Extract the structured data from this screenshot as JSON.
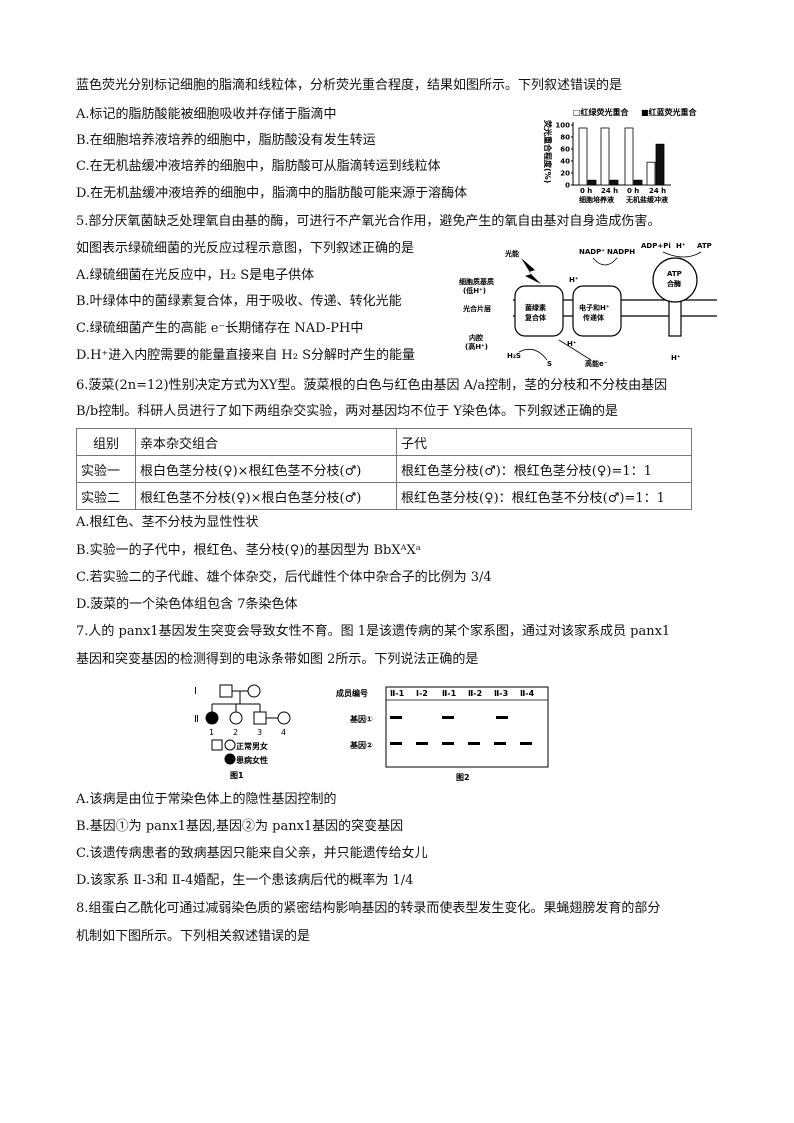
{
  "q4": {
    "stem": "蓝色荧光分别标记细胞的脂滴和线粒体，分析荧光重合程度，结果如图所示。下列叙述错误的是",
    "options": [
      "A.标记的脂肪酸能被细胞吸收并存储于脂滴中",
      "B.在细胞培养液培养的细胞中，脂肪酸没有发生转运",
      "C.在无机盐缓冲液培养的细胞中，脂肪酸可从脂滴转运到线粒体",
      "D.在无机盐缓冲液培养的细胞中，脂滴中的脂肪酸可能来源于溶酶体"
    ],
    "chart": {
      "ylabel": "荧光重合程度(%)",
      "legend": [
        "□红绿荧光重合",
        "■红蓝荧光重合"
      ],
      "yticks": [
        "0",
        "20",
        "40",
        "60",
        "80",
        "100"
      ],
      "xticks": [
        "0 h",
        "24 h",
        "0 h",
        "24 h"
      ],
      "groups": [
        "细胞培养液",
        "无机盐缓冲液"
      ]
    }
  },
  "chart_data": {
    "type": "bar",
    "categories": [
      "细胞培养液 0 h",
      "细胞培养液 24 h",
      "无机盐缓冲液 0 h",
      "无机盐缓冲液 24 h"
    ],
    "series": [
      {
        "name": "红绿荧光重合",
        "values": [
          95,
          95,
          95,
          38
        ]
      },
      {
        "name": "红蓝荧光重合",
        "values": [
          8,
          8,
          8,
          68
        ]
      }
    ],
    "ylabel": "荧光重合程度(%)",
    "ylim": [
      0,
      100
    ]
  },
  "q5": {
    "stem1": "5.部分厌氧菌缺乏处理氧自由基的酶，可进行不产氧光合作用，避免产生的氧自由基对自身造成伤害。",
    "stem2": "如图表示绿硫细菌的光反应过程示意图，下列叙述正确的是",
    "options": [
      "A.绿硫细菌在光反应中，H₂ S是电子供体",
      "B.叶绿体中的菌绿素复合体，用于吸收、传递、转化光能",
      "C.绿硫细菌产生的高能 e⁻长期储存在 NAD-PH中",
      "D.H⁺进入内腔需要的能量直接来自 H₂ S分解时产生的能量"
    ],
    "diagram": {
      "light": "光能",
      "nadp": "NADP⁺",
      "nadph": "NADPH",
      "adp": "ADP+Pi",
      "hplus": "H⁺",
      "atp": "ATP",
      "matrix1": "细胞质基质",
      "matrix2": "(低H⁺)",
      "membrane": "光合片层",
      "lumen1": "内腔",
      "lumen2": "(高H⁺)",
      "complex1": "菌绿素",
      "complex2": "复合体",
      "carrier1": "电子和H⁺",
      "carrier2": "传递体",
      "synthase1": "ATP",
      "synthase2": "合酶",
      "h2s": "H₂S",
      "s": "S",
      "e": "高能e⁻"
    }
  },
  "q6": {
    "stem1": "6.菠菜(2n=12)性别决定方式为XY型。菠菜根的白色与红色由基因 A/a控制，茎的分枝和不分枝由基因",
    "stem2": "B/b控制。科研人员进行了如下两组杂交实验，两对基因均不位于 Y染色体。下列叙述正确的是",
    "table": {
      "headers": [
        "组别",
        "亲本杂交组合",
        "子代"
      ],
      "rows": [
        [
          "实验一",
          "根白色茎分枝(♀)×根红色茎不分枝(♂)",
          "根红色茎分枝(♂)：根红色茎分枝(♀)=1：1"
        ],
        [
          "实验二",
          "根红色茎不分枝(♀)×根白色茎分枝(♂)",
          "根红色茎分枝(♀)：根红色茎不分枝(♂)=1：1"
        ]
      ]
    },
    "options": [
      "A.根红色、茎不分枝为显性性状",
      "B.实验一的子代中，根红色、茎分枝(♀)的基因型为 BbXᴬXᵃ",
      "C.若实验二的子代雌、雄个体杂交，后代雌性个体中杂合子的比例为 3/4",
      "D.菠菜的一个染色体组包含 7条染色体"
    ]
  },
  "q7": {
    "stem1": "7.人的 panx1基因发生突变会导致女性不育。图 1是该遗传病的某个家系图，通过对该家系成员 panx1",
    "stem2": "基因和突变基因的检测得到的电泳条带如图 2所示。下列说法正确的是",
    "fig1": {
      "gen1": "Ⅰ",
      "gen2": "Ⅱ",
      "n1": "1",
      "n2": "2",
      "n3": "3",
      "n4": "4",
      "legend1": "正常男女",
      "legend2": "患病女性",
      "caption": "图1"
    },
    "fig2": {
      "header": "成员编号",
      "members": [
        "Ⅱ-1",
        "Ⅰ-2",
        "Ⅱ-1",
        "Ⅱ-2",
        "Ⅱ-3",
        "Ⅱ-4"
      ],
      "row1": "基因①",
      "row2": "基因②",
      "caption": "图2"
    },
    "options": [
      "A.该病是由位于常染色体上的隐性基因控制的",
      "B.基因①为 panx1基因,基因②为 panx1基因的突变基因",
      "C.该遗传病患者的致病基因只能来自父亲，并只能遗传给女儿",
      "D.该家系 Ⅱ-3和 Ⅱ-4婚配，生一个患该病后代的概率为 1/4"
    ]
  },
  "q8": {
    "stem1": "8.组蛋白乙酰化可通过减弱染色质的紧密结构影响基因的转录而使表型发生变化。果蝇翅膀发育的部分",
    "stem2": "机制如下图所示。下列相关叙述错误的是"
  }
}
